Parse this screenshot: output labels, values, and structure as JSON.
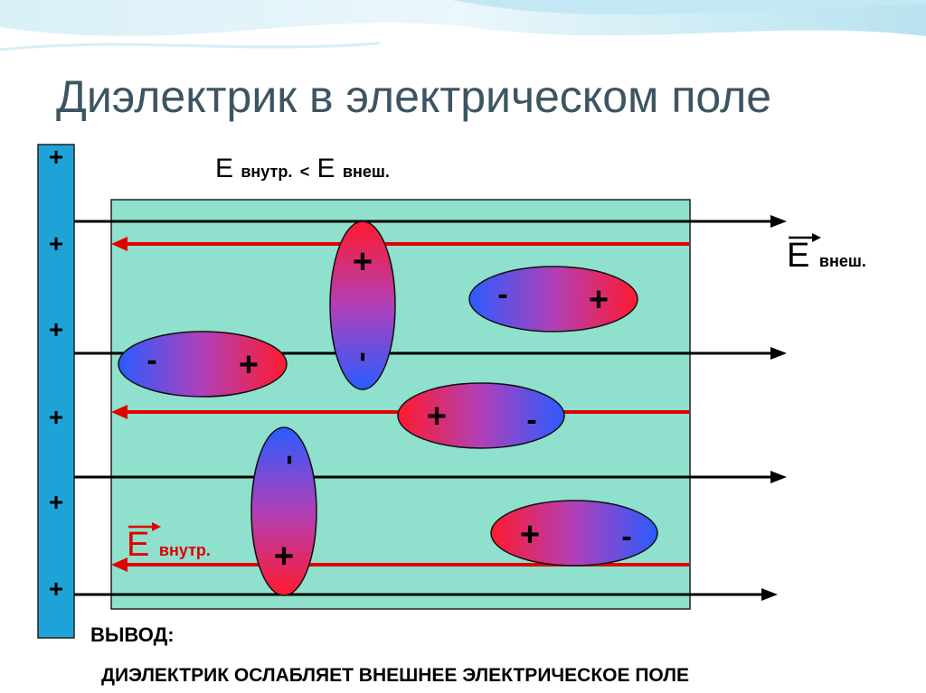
{
  "title": "Диэлектрик в электрическом поле",
  "relation": {
    "e1": "E",
    "sub1": "внутр.",
    "op": "<",
    "e2": "E",
    "sub2": "внеш."
  },
  "external_field_label": {
    "symbol": "E",
    "sub": "внеш."
  },
  "internal_field_label": {
    "symbol": "E",
    "sub": "внутр."
  },
  "plate_signs": [
    "+",
    "+",
    "+",
    "+",
    "+",
    "+"
  ],
  "dipoles": [
    {
      "id": "dipole-1",
      "pos_sign": "+",
      "neg_sign": "-"
    },
    {
      "id": "dipole-2",
      "pos_sign": "+",
      "neg_sign": "-"
    },
    {
      "id": "dipole-3",
      "pos_sign": "+",
      "neg_sign": "-"
    },
    {
      "id": "dipole-4",
      "pos_sign": "+",
      "neg_sign": "-"
    },
    {
      "id": "dipole-5",
      "pos_sign": "+",
      "neg_sign": "-"
    },
    {
      "id": "dipole-6",
      "pos_sign": "+",
      "neg_sign": "-"
    }
  ],
  "conclusion_label": "ВЫВОД:",
  "conclusion_text": "ДИЭЛЕКТРИК ОСЛАБЛЯЕТ ВНЕШНЕЕ ЭЛЕКТРИЧЕСКОЕ ПОЛЕ",
  "colors": {
    "plate": "#1ea3d8",
    "dielectric": "#8fe0cc",
    "external_field": "#000000",
    "internal_field": "#e00000",
    "dipole_positive": "#ff1a2e",
    "dipole_negative": "#2a5cff",
    "title": "#3d5561"
  }
}
